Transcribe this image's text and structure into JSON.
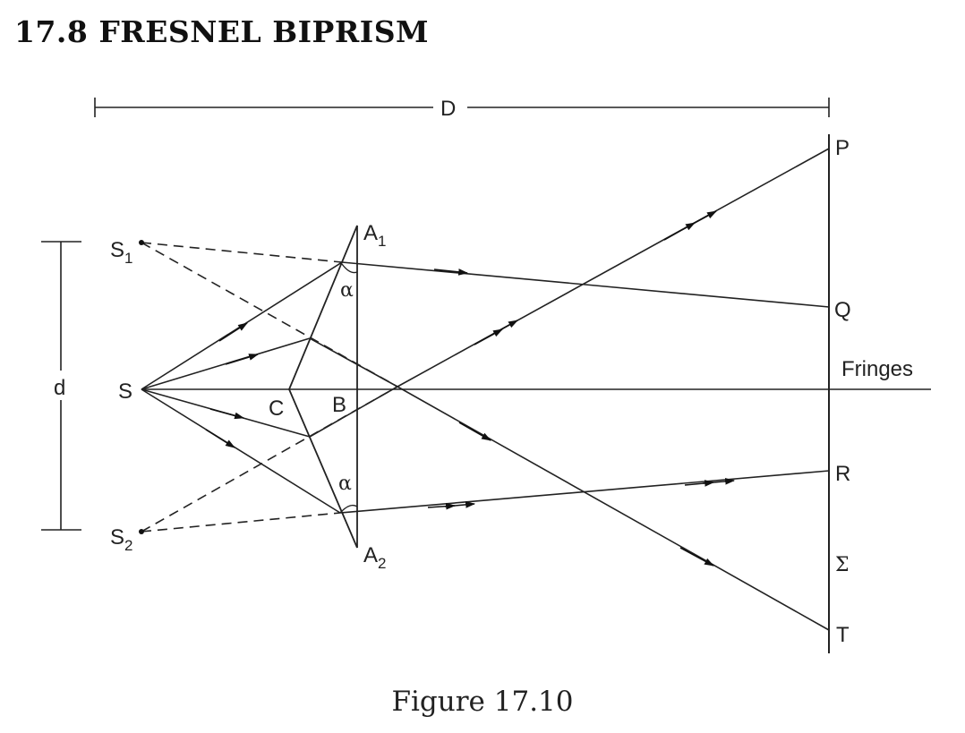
{
  "section_heading": "17.8 FRESNEL BIPRISM",
  "figure_caption": "Figure 17.10",
  "labels": {
    "D": "D",
    "d": "d",
    "S": "S",
    "S1_main": "S",
    "S1_sub": "1",
    "S2_main": "S",
    "S2_sub": "2",
    "A1_main": "A",
    "A1_sub": "1",
    "A2_main": "A",
    "A2_sub": "2",
    "C": "C",
    "B": "B",
    "alpha_top": "α",
    "alpha_bottom": "α",
    "P": "P",
    "Q": "Q",
    "R": "R",
    "Sigma": "Σ",
    "T": "T",
    "fringes": "Fringes"
  }
}
